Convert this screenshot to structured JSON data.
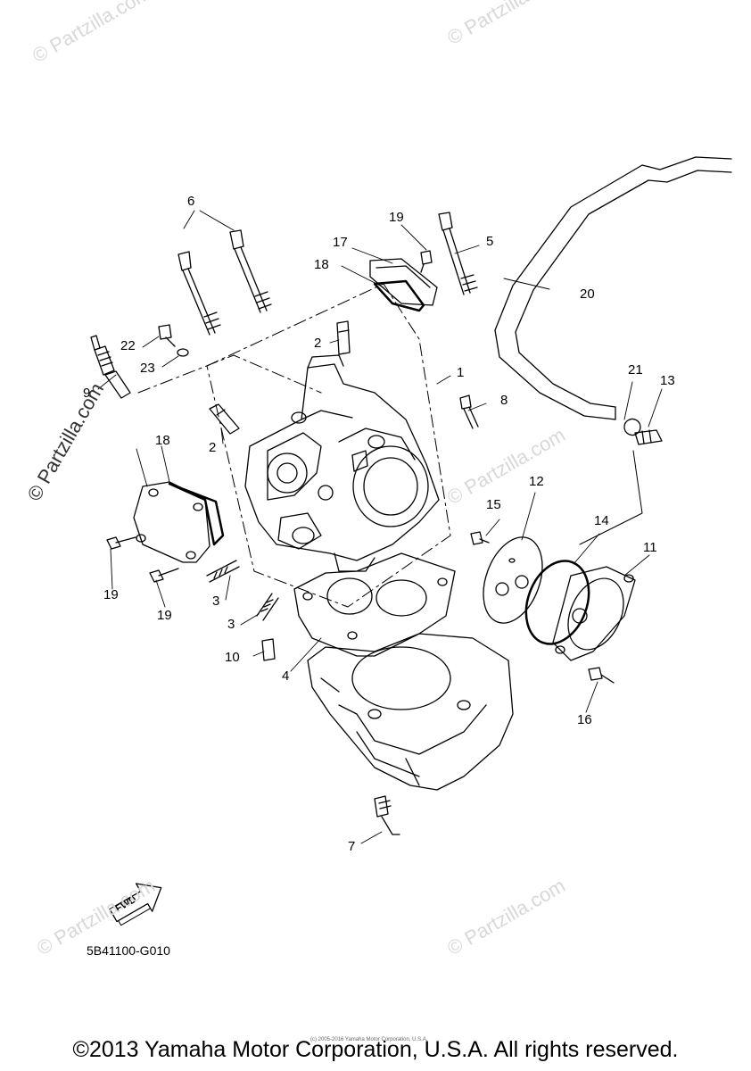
{
  "diagram": {
    "callouts": {
      "c1": "1",
      "c2a": "2",
      "c2b": "2",
      "c3a": "3",
      "c3b": "3",
      "c4": "4",
      "c5": "5",
      "c6": "6",
      "c7": "7",
      "c8": "8",
      "c9": "9",
      "c10": "10",
      "c11": "11",
      "c12": "12",
      "c13": "13",
      "c14": "14",
      "c15": "15",
      "c16": "16",
      "c17": "17",
      "c18a": "18",
      "c18b": "18",
      "c19a": "19",
      "c19b": "19",
      "c19c": "19",
      "c20": "20",
      "c21": "21",
      "c22": "22",
      "c23": "23"
    },
    "fwd_label": "FWD",
    "drawing_code": "5B41100-G010",
    "copyright": "©2013 Yamaha Motor Corporation, U.S.A. All rights reserved.",
    "tiny_note": "(c) 2005-2016 Yamaha Motor Corporation, U.S.A.",
    "watermark": "© Partzilla.com"
  }
}
